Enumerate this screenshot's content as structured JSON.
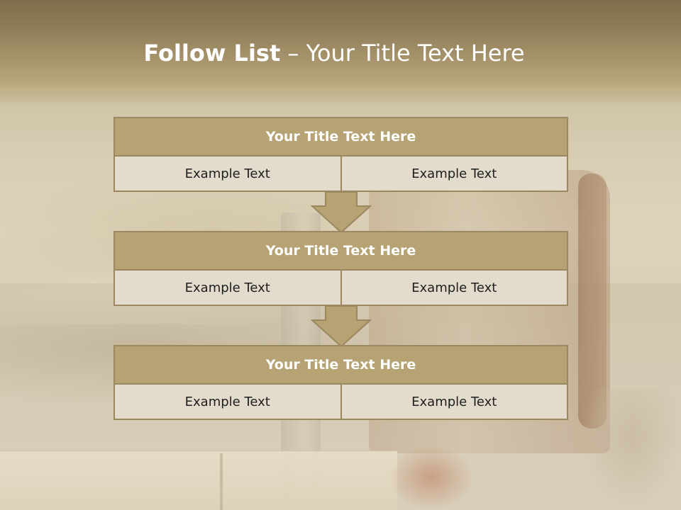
{
  "title": {
    "bold": "Follow List",
    "separator": " – ",
    "rest": "Your Title Text Here"
  },
  "blocks": [
    {
      "header": "Your Title Text Here",
      "cells": [
        "Example Text",
        "Example Text"
      ]
    },
    {
      "header": "Your Title Text Here",
      "cells": [
        "Example Text",
        "Example Text"
      ]
    },
    {
      "header": "Your Title Text Here",
      "cells": [
        "Example Text",
        "Example Text"
      ]
    }
  ],
  "colors": {
    "header_fill": "#b6a273",
    "border": "#9b8760",
    "cell_fill": "#e3dccd",
    "arrow_fill": "#b6a273"
  }
}
